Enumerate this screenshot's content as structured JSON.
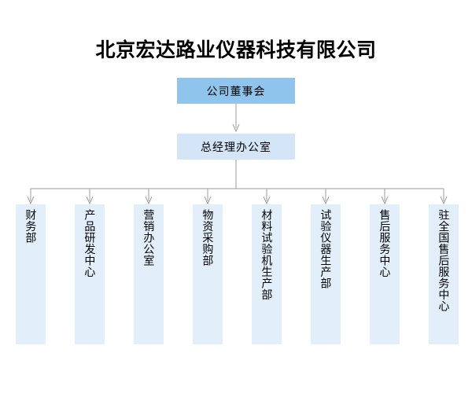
{
  "chart": {
    "title": "北京宏达路业仪器科技有限公司",
    "type": "org-chart",
    "background_color": "#ffffff",
    "connector_color": "#9b9b9b",
    "levels": [
      {
        "level": 1,
        "nodes": [
          {
            "id": "board",
            "label": "公司董事会",
            "fill_color": "#8fc5ec",
            "orientation": "horizontal"
          }
        ]
      },
      {
        "level": 2,
        "nodes": [
          {
            "id": "gm-office",
            "label": "总经理办公室",
            "fill_color": "#d3e5f7",
            "orientation": "horizontal"
          }
        ]
      },
      {
        "level": 3,
        "fill_color": "#e2eef9",
        "orientation": "vertical",
        "nodes": [
          {
            "id": "finance",
            "label": "财务部"
          },
          {
            "id": "rnd-center",
            "label": "产品研发中心"
          },
          {
            "id": "marketing-office",
            "label": "营销办公室"
          },
          {
            "id": "procurement",
            "label": "物资采购部"
          },
          {
            "id": "material-testing-machine-production",
            "label": "材料试验机生产部"
          },
          {
            "id": "test-instrument-production",
            "label": "试验仪器生产部"
          },
          {
            "id": "after-sales-center",
            "label": "售后服务中心"
          },
          {
            "id": "national-after-sales-center",
            "label": "驻全国售后服务中心"
          }
        ]
      }
    ]
  }
}
